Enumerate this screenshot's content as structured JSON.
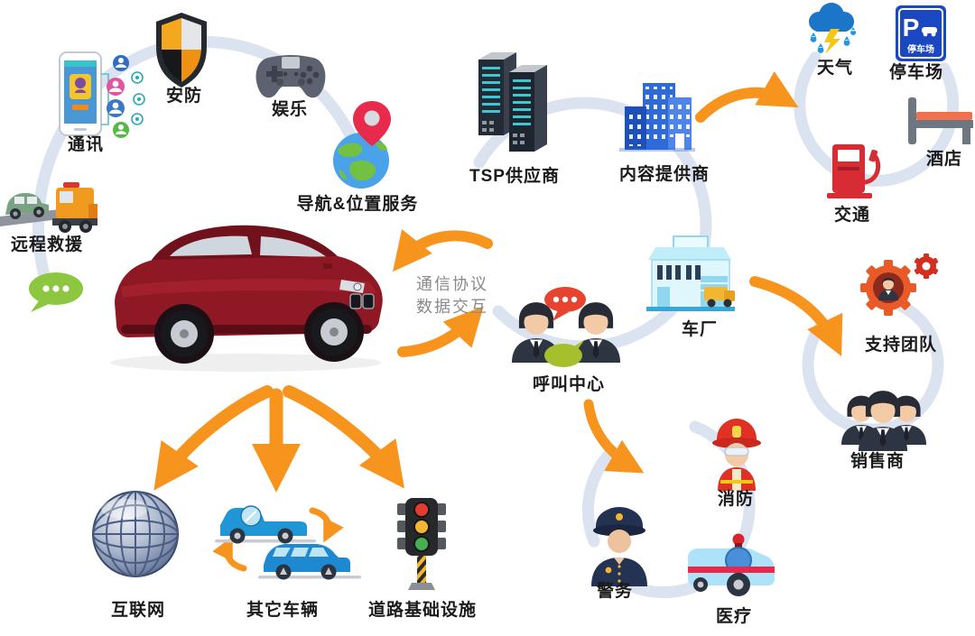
{
  "colors": {
    "arrow_orange": "#F7941E",
    "arc_gray_blue": "#DBE2F0",
    "label_color": "#1A1A1A",
    "note_gray": "#8A8A8A",
    "car_red": "#8E1824"
  },
  "center_note": {
    "line1": "通信协议",
    "line2": "数据交互"
  },
  "nodes": {
    "comm": {
      "label": "通讯"
    },
    "security": {
      "label": "安防"
    },
    "entertainment": {
      "label": "娱乐"
    },
    "navigation": {
      "label": "导航&位置服务"
    },
    "rescue": {
      "label": "远程救援"
    },
    "tsp": {
      "label": "TSP供应商"
    },
    "content_provider": {
      "label": "内容提供商"
    },
    "weather": {
      "label": "天气"
    },
    "parking": {
      "label": "停车场",
      "sign_letter": "P",
      "sign_text": "停车场"
    },
    "hotel": {
      "label": "酒店"
    },
    "traffic": {
      "label": "交通"
    },
    "factory": {
      "label": "车厂"
    },
    "call_center": {
      "label": "呼叫中心"
    },
    "support_team": {
      "label": "支持团队"
    },
    "dealer": {
      "label": "销售商"
    },
    "fire": {
      "label": "消防"
    },
    "police": {
      "label": "警务"
    },
    "medical": {
      "label": "医疗"
    },
    "internet": {
      "label": "互联网"
    },
    "other_vehicles": {
      "label": "其它车辆"
    },
    "road_infra": {
      "label": "道路基础设施"
    }
  }
}
